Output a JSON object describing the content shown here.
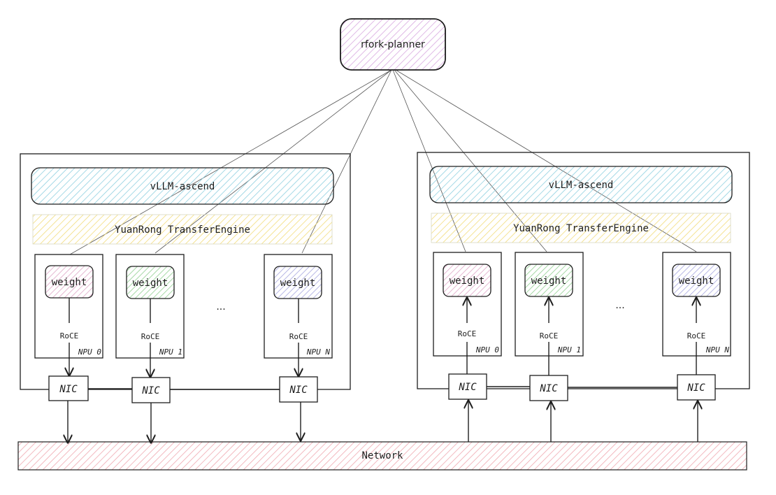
{
  "planner": {
    "label": "rfork-planner"
  },
  "network": {
    "label": "Network"
  },
  "left_host": {
    "engine_label": "vLLM-ascend",
    "transfer_label": "YuanRong TransferEngine",
    "ellipsis": "...",
    "npus": [
      {
        "weight_label": "weight",
        "roce_label": "RoCE",
        "npu_label": "NPU 0",
        "nic_label": "NIC"
      },
      {
        "weight_label": "weight",
        "roce_label": "RoCE",
        "npu_label": "NPU 1",
        "nic_label": "NIC"
      },
      {
        "weight_label": "weight",
        "roce_label": "RoCE",
        "npu_label": "NPU N",
        "nic_label": "NIC"
      }
    ]
  },
  "right_host": {
    "engine_label": "vLLM-ascend",
    "transfer_label": "YuanRong TransferEngine",
    "ellipsis": "...",
    "npus": [
      {
        "weight_label": "weight",
        "roce_label": "RoCE",
        "npu_label": "NPU 0",
        "nic_label": "NIC"
      },
      {
        "weight_label": "weight",
        "roce_label": "RoCE",
        "npu_label": "NPU 1",
        "nic_label": "NIC"
      },
      {
        "weight_label": "weight",
        "roce_label": "RoCE",
        "npu_label": "NPU N",
        "nic_label": "NIC"
      }
    ]
  },
  "colors": {
    "planner_hatch": "#d8a8e0",
    "engine_hatch": "#8fd0e0",
    "transfer_hatch": "#f2dc7a",
    "network_hatch": "#f0a8b0",
    "weight_hatch_1": "#e0a8c8",
    "weight_hatch_2": "#8fcf8f",
    "weight_hatch_3": "#a8a8e0",
    "stroke": "#1e1e1e"
  }
}
